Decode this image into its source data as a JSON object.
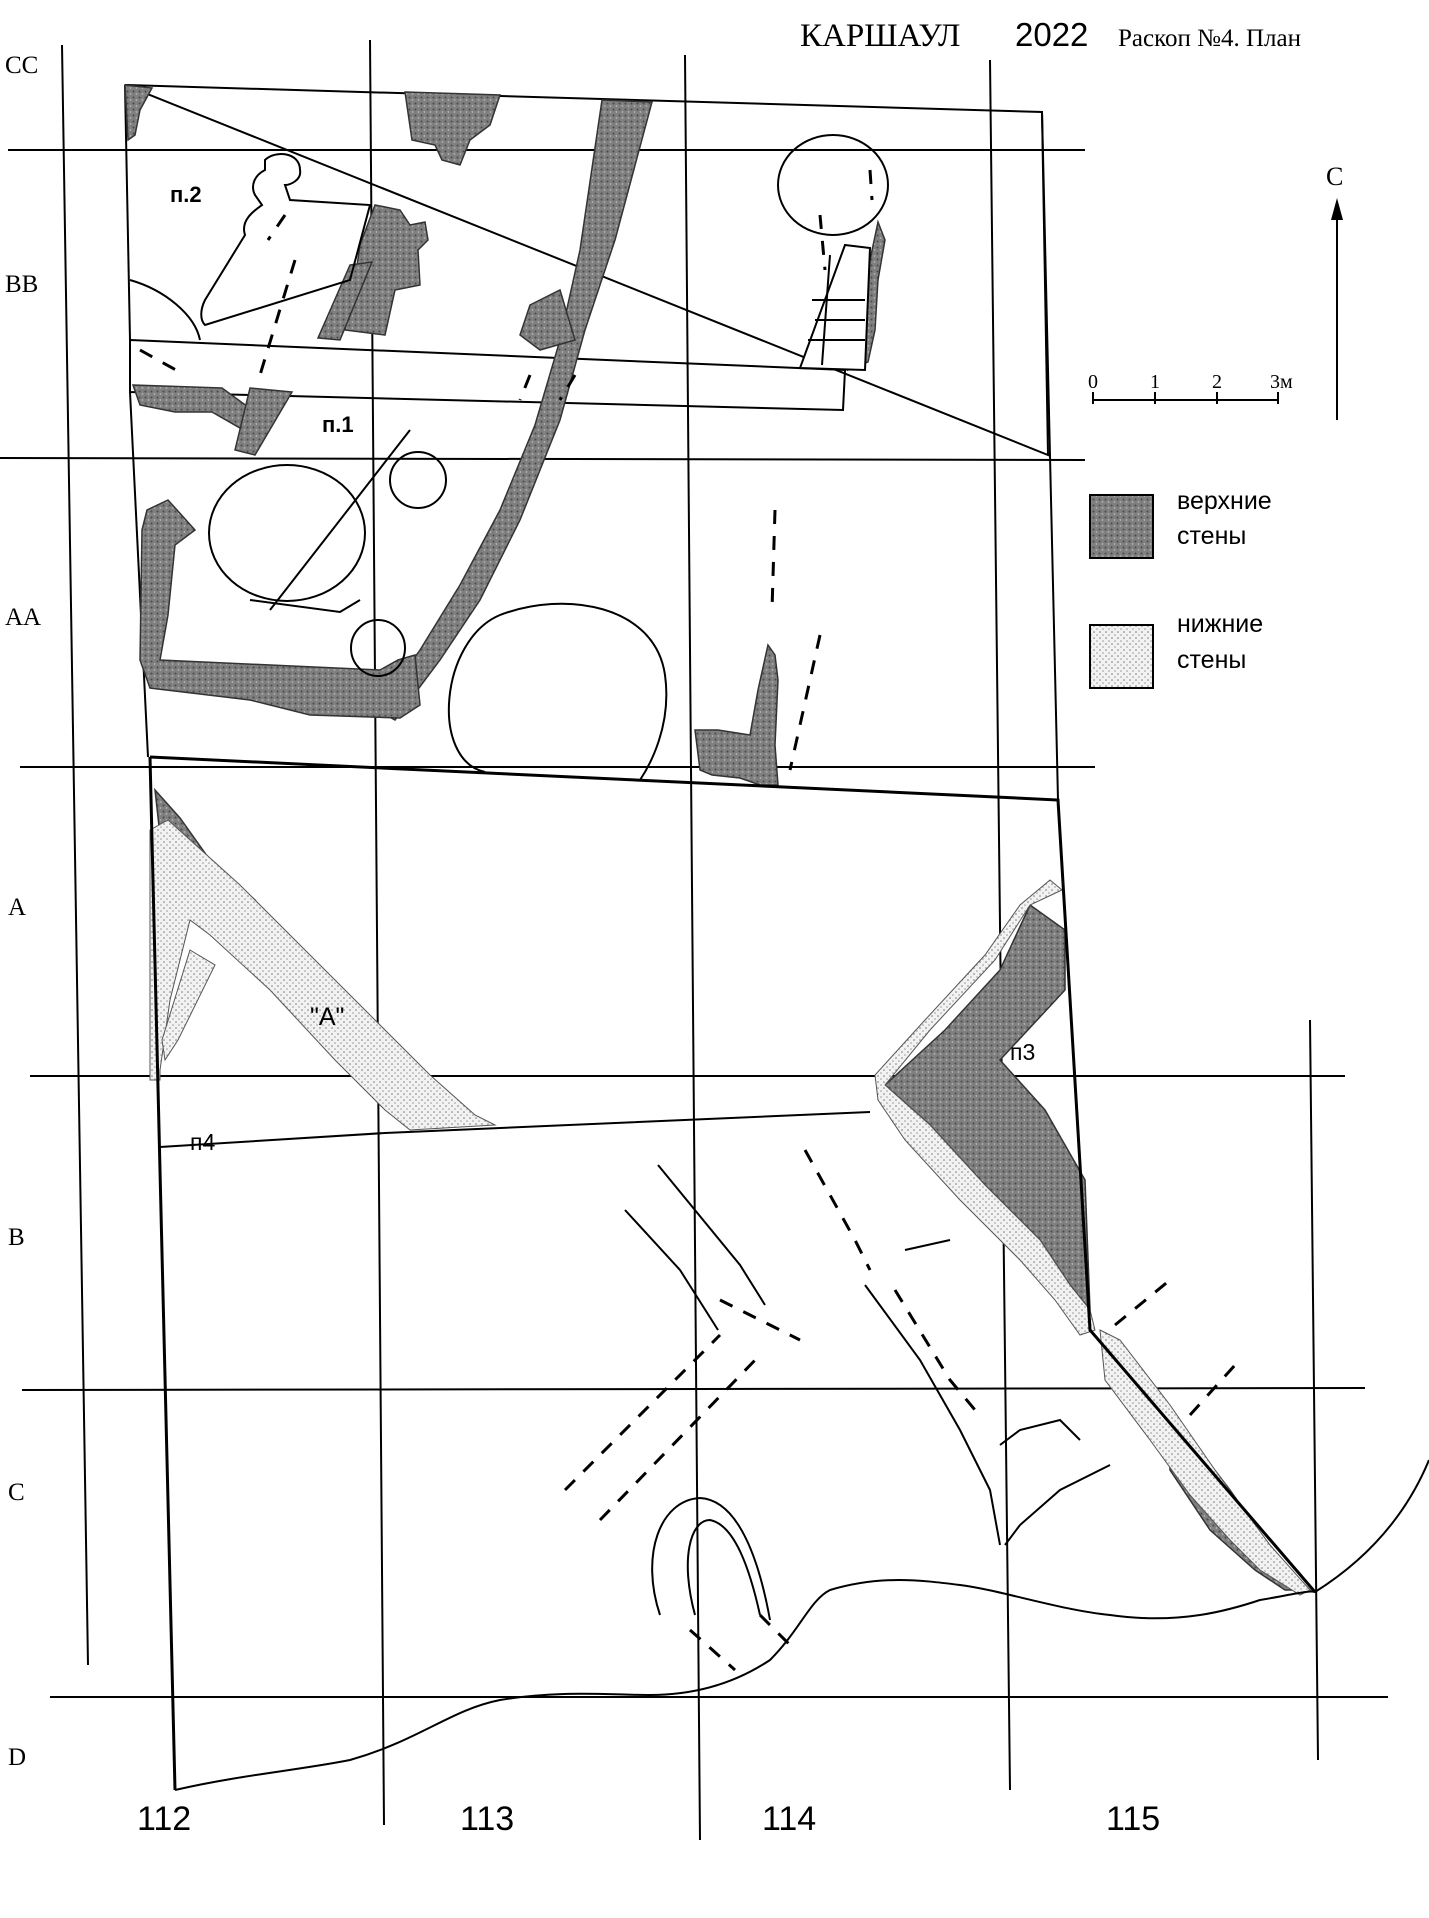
{
  "title": {
    "site": "КАРШАУЛ",
    "year": "2022",
    "subtitle": "Раскоп №4. План"
  },
  "north_label": "С",
  "scale_bar": {
    "ticks": [
      "0",
      "1",
      "2",
      "3м"
    ]
  },
  "legend": {
    "items": [
      {
        "line1": "верхние",
        "line2": "стены",
        "pattern": "dark-stipple",
        "color": "#7a7a7a"
      },
      {
        "line1": "нижние",
        "line2": "стены",
        "pattern": "light-dots",
        "color": "#e6e6e6"
      }
    ]
  },
  "row_labels": [
    "CC",
    "BB",
    "AA",
    "A",
    "B",
    "C",
    "D"
  ],
  "column_labels": [
    "112",
    "113",
    "114",
    "115"
  ],
  "room_labels": {
    "p1": "п.1",
    "p2": "п.2",
    "p3": "п3",
    "p4": "п4",
    "a": "\"А\""
  },
  "colors": {
    "upper_wall": "#777777",
    "lower_wall": "#e4e4e4",
    "line": "#000000"
  }
}
